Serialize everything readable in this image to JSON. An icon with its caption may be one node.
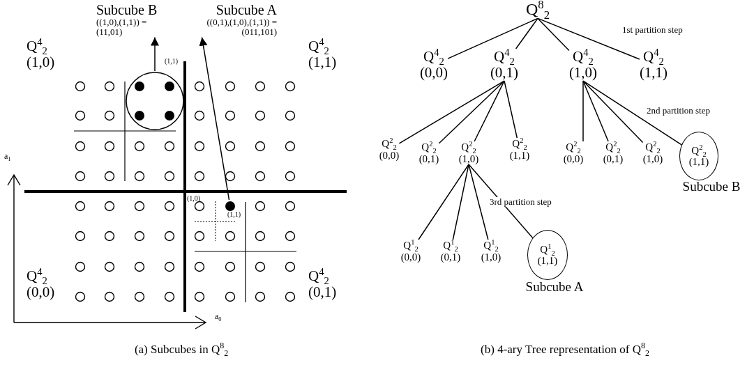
{
  "diagram": {
    "nodes": [
      {
        "text": [
          "Subcube B",
          "((1,0),(1,1)) = (11,01)"
        ]
      },
      {
        "text": [
          "Subcube A",
          "((0,1),(1,0),(1,1)) = (011,101)"
        ]
      },
      {
        "text": [],
        "shape": "circle"
      },
      {
        "text": [],
        "shape": "circle"
      },
      {
        "text": [
          "Q$^{8}$$_{2}$"
        ]
      },
      {
        "text": [
          "Q$^{4}$$_{2}$ (0,0)"
        ]
      },
      {
        "text": [
          "Q$^{4}$$_{2}$ (0,1)"
        ]
      },
      {
        "text": [
          "Q$^{4}$$_{2}$ (1,0)"
        ]
      },
      {
        "text": [
          "Q$^{4}$$_{2}$ (1,1)"
        ]
      },
      {
        "text": [
          "Q$^{2}$$_{2}$ (0,0)"
        ]
      },
      {
        "text": [
          "Q$^{2}$$_{2}$ (0,1)"
        ]
      },
      {
        "text": [
          "Q$^{2}$$_{2}$ (1,0)"
        ]
      },
      {
        "text": [
          "Q$^{2}$$_{2}$ (1,1)"
        ]
      },
      {
        "text": [
          "Q$^{2}$$_{2}$ (0,0)"
        ]
      },
      {
        "text": [
          "Q$^{2}$$_{2}$ (0,1)"
        ]
      },
      {
        "text": [
          "Q$^{2}$$_{2}$ (1,0)"
        ]
      },
      {
        "text": [
          "Q$^{2}$$_{2}$ (1,1)"
        ],
        "beside": [
          "Subcube B"
        ]
      },
      {
        "text": [
          "Q$^{1}$$_{2}$ (0,0)"
        ]
      },
      {
        "text": [
          "Q$^{1}$$_{2}$ (0,1)"
        ]
      },
      {
        "text": [
          "Q$^{1}$$_{2}$ (1,0)"
        ]
      },
      {
        "text": [
          "Q$^{1}$$_{2}$ (1,1)"
        ],
        "beside": [
          "Subcube A"
        ]
      }
    ],
    "edges": [
      {
        "from": 2,
        "to": 0,
        "arrow": "to"
      },
      {
        "from": 3,
        "to": 1,
        "arrow": "to"
      },
      {
        "from": 4,
        "to": 5,
        "arrow": "none"
      },
      {
        "from": 4,
        "to": 6,
        "arrow": "none"
      },
      {
        "from": 4,
        "to": 7,
        "arrow": "none"
      },
      {
        "from": 4,
        "to": 8,
        "arrow": "none",
        "label": "1st partition step"
      },
      {
        "from": 6,
        "to": 9,
        "arrow": "none"
      },
      {
        "from": 6,
        "to": 10,
        "arrow": "none"
      },
      {
        "from": 6,
        "to": 11,
        "arrow": "none"
      },
      {
        "from": 6,
        "to": 12,
        "arrow": "none"
      },
      {
        "from": 7,
        "to": 13,
        "arrow": "none"
      },
      {
        "from": 7,
        "to": 14,
        "arrow": "none"
      },
      {
        "from": 7,
        "to": 15,
        "arrow": "none"
      },
      {
        "from": 7,
        "to": 16,
        "arrow": "none",
        "label": "2nd partition step"
      },
      {
        "from": 11,
        "to": 17,
        "arrow": "none"
      },
      {
        "from": 11,
        "to": 18,
        "arrow": "none"
      },
      {
        "from": 11,
        "to": 19,
        "arrow": "none"
      },
      {
        "from": 11,
        "to": 20,
        "arrow": "none",
        "label": "3rd partition step"
      }
    ],
    "labels": [
      "Q$^{4}$$_{2}$ (1,0)",
      "Q$^{4}$$_{2}$ (1,1)",
      "(1,1)",
      "a$_{1}$",
      "(1,0)",
      "(1,1)",
      "Q$^{4}$$_{2}$ (0,0)",
      "Q$^{4}$$_{2}$ (0,1)",
      "a$_{0}$",
      "(a) Subcubes in Q$^{8}$$_{2}$",
      "(b) 4-ary Tree representation of Q$^{8}$$_{2}$"
    ]
  }
}
